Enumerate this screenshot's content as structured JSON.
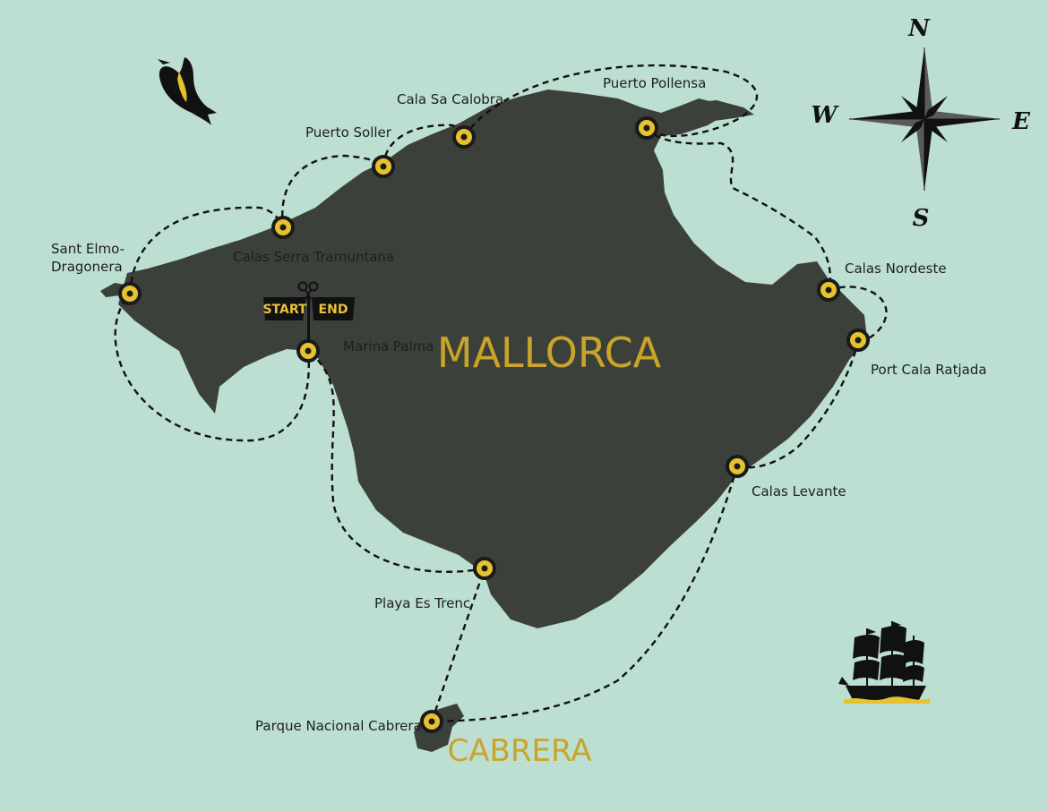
{
  "islands": {
    "main": "MALLORCA",
    "small": "CABRERA"
  },
  "compass": {
    "north": "N",
    "south": "S",
    "east": "E",
    "west": "W"
  },
  "start_end": {
    "start": "START",
    "end": "END"
  },
  "stops": [
    {
      "id": "cala-sa-calobra",
      "label": "Cala Sa Calobra"
    },
    {
      "id": "puerto-pollensa",
      "label": "Puerto Pollensa"
    },
    {
      "id": "puerto-soller",
      "label": "Puerto Soller"
    },
    {
      "id": "calas-serra-tramuntana",
      "label": "Calas Serra Tramuntana"
    },
    {
      "id": "sant-elmo-dragonera",
      "label_lines": [
        "Sant Elmo-",
        "Dragonera"
      ]
    },
    {
      "id": "marina-palma",
      "label": "Marina Palma"
    },
    {
      "id": "calas-nordeste",
      "label": "Calas Nordeste"
    },
    {
      "id": "port-cala-ratjada",
      "label": "Port Cala Ratjada"
    },
    {
      "id": "calas-levante",
      "label": "Calas Levante"
    },
    {
      "id": "playa-es-trenc",
      "label": "Playa Es Trenc"
    },
    {
      "id": "parque-nacional-cabrera",
      "label": "Parque Nacional Cabrera"
    }
  ],
  "colors": {
    "sea": "#bcdfd2",
    "land": "#3c403b",
    "accent": "#c9a42a",
    "route": "#111111",
    "marker_fill": "#e6c22f"
  },
  "icons": [
    "dolphin-icon",
    "compass-rose-icon",
    "pirate-ship-icon",
    "scissors-icon"
  ]
}
